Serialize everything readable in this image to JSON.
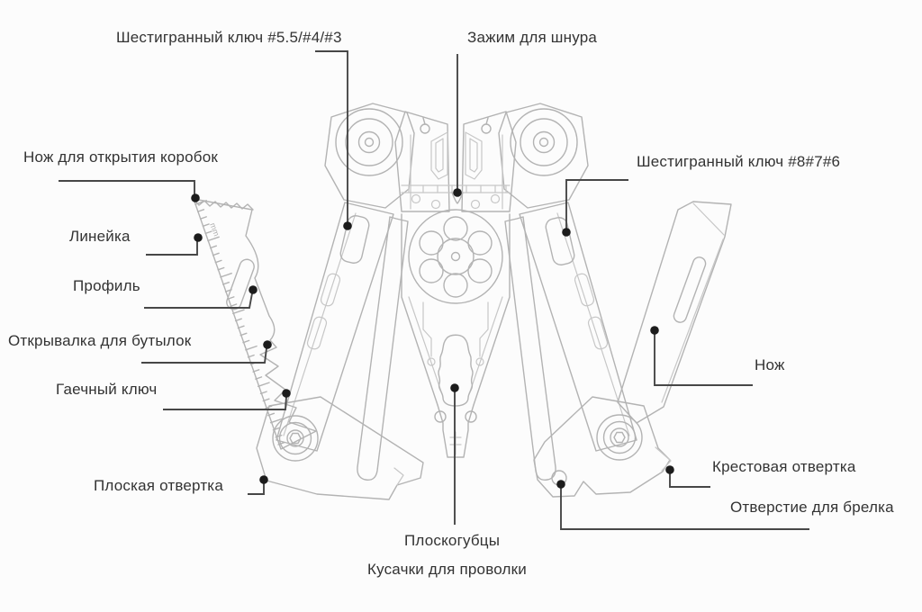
{
  "colors": {
    "background": "#fcfcfc",
    "line_art": "#b3b3b3",
    "leader_line": "#474747",
    "label_text": "#333333"
  },
  "labels": {
    "hex_key_small": "Шестигранный ключ #5.5/#4/#3",
    "cord_clamp": "Зажим для шнура",
    "box_knife": "Нож для открытия коробок",
    "ruler": "Линейка",
    "profile": "Профиль",
    "bottle_opener": "Открывалка для бутылок",
    "wrench": "Гаечный ключ",
    "flat_screwdriver": "Плоская отвертка",
    "hex_key_large": "Шестигранный ключ #8#7#6",
    "knife": "Нож",
    "phillips_screwdriver": "Крестовая отвертка",
    "keyring_hole": "Отверстие для брелка",
    "pliers": "Плоскогубцы",
    "wire_cutters": "Кусачки для проволки"
  },
  "ruler_unit": "mm"
}
